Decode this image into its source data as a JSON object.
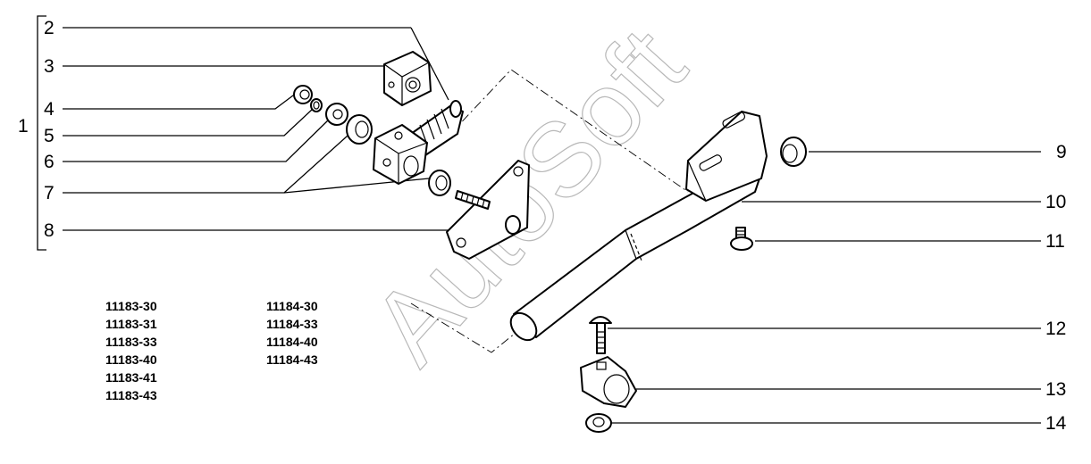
{
  "watermark": "AutoSoft",
  "callouts": {
    "c1": "1",
    "c2": "2",
    "c3": "3",
    "c4": "4",
    "c5": "5",
    "c6": "6",
    "c7": "7",
    "c8": "8",
    "c9": "9",
    "c10": "10",
    "c11": "11",
    "c12": "12",
    "c13": "13",
    "c14": "14"
  },
  "model_codes": {
    "left": [
      "11183-30",
      "11183-31",
      "11183-33",
      "11183-40",
      "11183-41",
      "11183-43"
    ],
    "right": [
      "11184-30",
      "11184-33",
      "11184-40",
      "11184-43"
    ]
  }
}
